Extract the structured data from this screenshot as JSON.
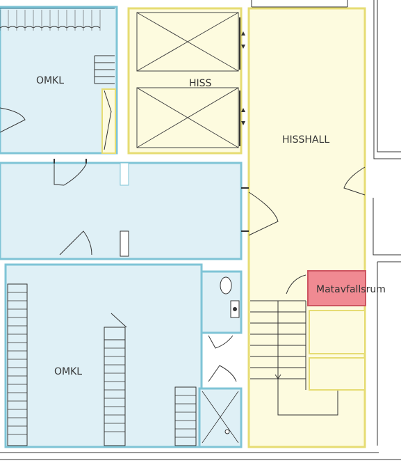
{
  "rooms": {
    "omkl_top": "OMKL",
    "hiss": "HISS",
    "hisshall": "HISSHALL",
    "omkl_bottom": "OMKL",
    "matavfallsrum": "Matavfallsrum"
  },
  "colors": {
    "omkl_fill": "#dff0f6",
    "omkl_wall": "#7fc4d6",
    "hiss_fill": "#fdfbdf",
    "hiss_wall": "#e6dc73",
    "matavfall_fill": "#f08a92",
    "matavfall_wall": "#cc5560",
    "line": "#333333"
  }
}
